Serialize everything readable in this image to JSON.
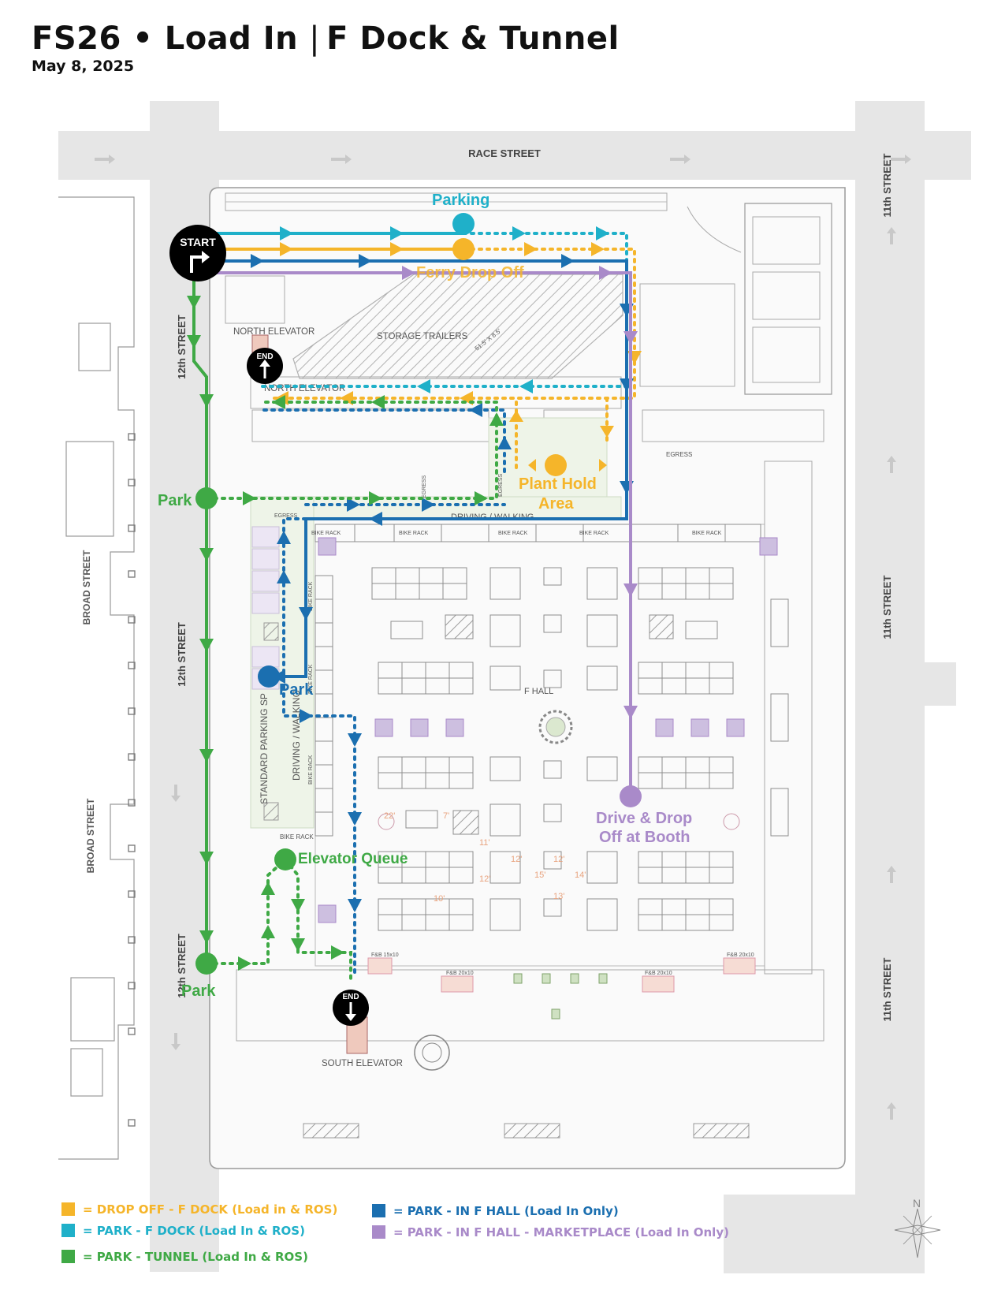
{
  "header": {
    "title_main": "FS26 • Load In",
    "title_sub": "F Dock & Tunnel",
    "date": "May 8, 2025"
  },
  "streets": {
    "top": "RACE STREET",
    "left": "12th STREET",
    "right": "11th STREET",
    "far_left": "BROAD STREET"
  },
  "markers": {
    "start": "START",
    "end": "END"
  },
  "labels": {
    "parking": "Parking",
    "ferry": "Ferry Drop Off",
    "plant_hold": "Plant Hold",
    "plant_hold_2": "Area",
    "park": "Park",
    "elevator_queue": "Elevator Queue",
    "drive_drop": "Drive & Drop",
    "drive_drop_2": "Off at Booth"
  },
  "building_labels": {
    "north_elevator": "NORTH ELEVATOR",
    "north_elevator_2": "NORTH ELEVATOR",
    "storage_trailers": "STORAGE TRAILERS",
    "trailer_size": "51.5' X 8.5'",
    "south_elevator": "SOUTH ELEVATOR",
    "f_hall": "F HALL",
    "driving_walking": "DRIVING / WALKING",
    "bike_rack": "BIKE RACK",
    "egress": "EGRESS",
    "standard_parking": "STANDARD PARKING SP",
    "driving_walking_v": "DRIVING / WALKING",
    "fb_1": "F&B 15x10",
    "fb_2": "F&B 20x10",
    "fb_3": "F&B 20x10",
    "fb_4": "F&B 20x10"
  },
  "dimensions": [
    "22'",
    "7'",
    "11'",
    "12'",
    "12'",
    "12'",
    "15'",
    "14'",
    "13'",
    "10'"
  ],
  "legend": [
    {
      "text": "= DROP OFF - F DOCK (Load in & ROS)",
      "color": "#f5b52a"
    },
    {
      "text": "= PARK - F DOCK (Load In & ROS)",
      "color": "#1fb0c9"
    },
    {
      "text": "= PARK - TUNNEL (Load In & ROS)",
      "color": "#3fa945"
    },
    {
      "text": "= PARK - IN F HALL (Load In Only)",
      "color": "#1b6fb0"
    },
    {
      "text": "= PARK - IN F HALL - MARKETPLACE (Load In Only)",
      "color": "#a98ac9"
    }
  ],
  "compass": "N",
  "colors": {
    "yellow": "#f5b52a",
    "cyan": "#1fb0c9",
    "green": "#3fa945",
    "blue": "#1b6fb0",
    "purple": "#a98ac9",
    "street": "#e6e6e6"
  }
}
